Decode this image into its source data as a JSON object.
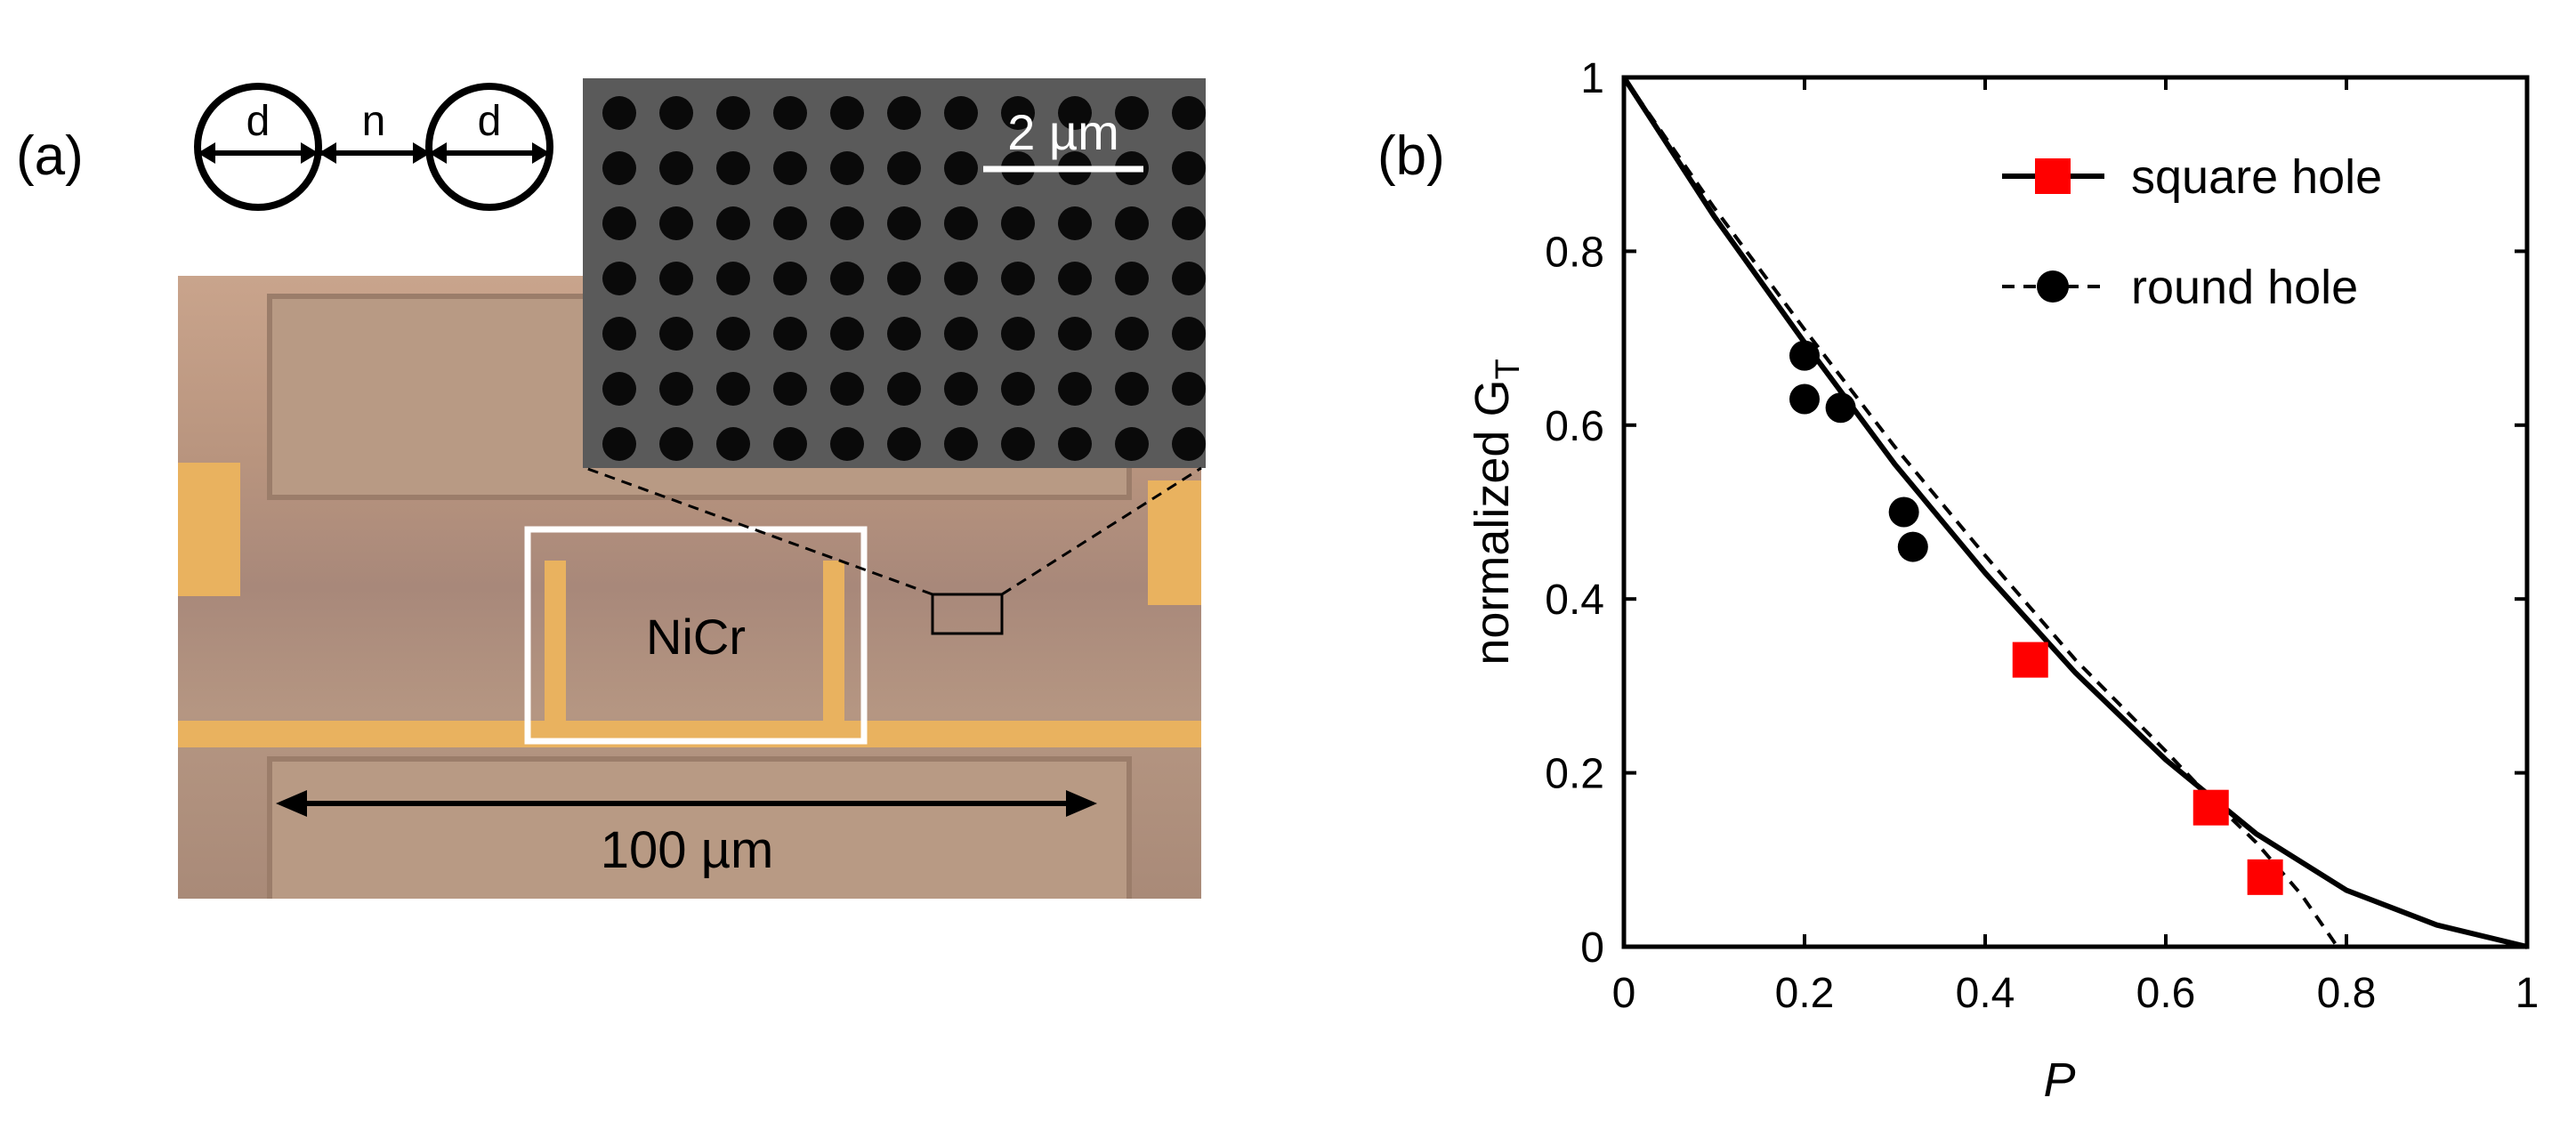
{
  "panel_a": {
    "label": "(a)",
    "schematic": {
      "d1": "d",
      "n": "n",
      "d2": "d"
    },
    "scalebar_label": "2 µm",
    "sample_label": "NiCr",
    "dimension_label": "100 µm"
  },
  "panel_b": {
    "label": "(b)"
  },
  "chart_data": {
    "type": "scatter",
    "xlabel": "P",
    "ylabel": "normalized G",
    "ylabel_subscript": "T",
    "xlim": [
      0,
      1
    ],
    "ylim": [
      0,
      1
    ],
    "x_ticks": [
      "0",
      "0.2",
      "0.4",
      "0.6",
      "0.8",
      "1"
    ],
    "y_ticks": [
      "0",
      "0.2",
      "0.4",
      "0.6",
      "0.8",
      "1"
    ],
    "legend_position": "top-right",
    "series": [
      {
        "name": "square hole",
        "marker": "square",
        "color": "#ff0000",
        "line": "solid",
        "points": [
          [
            0.45,
            0.33
          ],
          [
            0.65,
            0.16
          ],
          [
            0.71,
            0.08
          ]
        ],
        "curve": [
          [
            0,
            1
          ],
          [
            0.1,
            0.84
          ],
          [
            0.2,
            0.695
          ],
          [
            0.3,
            0.555
          ],
          [
            0.4,
            0.43
          ],
          [
            0.5,
            0.315
          ],
          [
            0.6,
            0.215
          ],
          [
            0.7,
            0.13
          ],
          [
            0.8,
            0.065
          ],
          [
            0.9,
            0.025
          ],
          [
            1.0,
            0
          ]
        ]
      },
      {
        "name": "round hole",
        "marker": "circle",
        "color": "#000000",
        "line": "dashed",
        "points": [
          [
            0.2,
            0.68
          ],
          [
            0.2,
            0.63
          ],
          [
            0.24,
            0.62
          ],
          [
            0.31,
            0.5
          ],
          [
            0.32,
            0.46
          ]
        ],
        "curve": [
          [
            0,
            1
          ],
          [
            0.1,
            0.85
          ],
          [
            0.2,
            0.71
          ],
          [
            0.3,
            0.575
          ],
          [
            0.4,
            0.45
          ],
          [
            0.5,
            0.33
          ],
          [
            0.6,
            0.225
          ],
          [
            0.65,
            0.17
          ],
          [
            0.7,
            0.12
          ],
          [
            0.75,
            0.06
          ],
          [
            0.78,
            0.015
          ],
          [
            0.79,
            0
          ]
        ]
      }
    ]
  }
}
